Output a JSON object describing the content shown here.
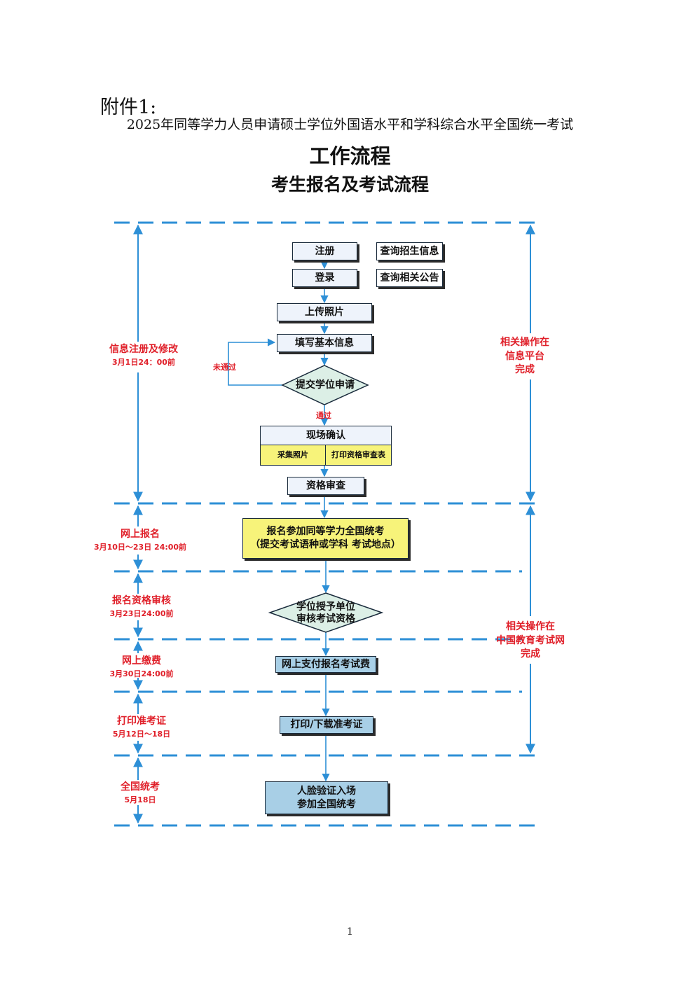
{
  "header": {
    "attachment": "附件1:",
    "subtitle": "2025年同等学力人员申请硕士学位外国语水平和学科综合水平全国统一考试",
    "title_main": "工作流程",
    "title_sub": "考生报名及考试流程"
  },
  "stages": [
    {
      "label": "信息注册及修改",
      "deadline": "3月1日24：00前"
    },
    {
      "label": "网上报名",
      "deadline": "3月10日～23日 24:00前"
    },
    {
      "label": "报名资格审核",
      "deadline": "3月23日24:00前"
    },
    {
      "label": "网上缴费",
      "deadline": "3月30日24:00前"
    },
    {
      "label": "打印准考证",
      "deadline": "5月12日～18日"
    },
    {
      "label": "全国统考",
      "deadline": "5月18日"
    }
  ],
  "right_notes": {
    "platform": [
      "相关操作在",
      "信息平台",
      "完成"
    ],
    "neea": [
      "相关操作在",
      "中国教育考试网",
      "完成"
    ]
  },
  "steps": {
    "register": "注册",
    "login": "登录",
    "query_enrollment": "查询招生信息",
    "query_notice": "查询相关公告",
    "upload_photo": "上传照片",
    "fill_info": "填写基本信息",
    "submit_degree": "提交学位申请",
    "not_passed": "未通过",
    "passed": "通过",
    "onsite_confirm": "现场确认",
    "collect_photo": "采集照片",
    "print_review_form": "打印资格审查表",
    "qualification_review": "资格审查",
    "online_signup_line1": "报名参加同等学力全国统考",
    "online_signup_line2": "（提交考试语种或学科  考试地点）",
    "degree_unit_review_line1": "学位授予单位",
    "degree_unit_review_line2": "审核考试资格",
    "online_payment": "网上支付报名考试费",
    "print_ticket": "打印/下载准考证",
    "exam_line1": "人脸验证入场",
    "exam_line2": "参加全国统考"
  },
  "colors": {
    "accent_blue": "#2d8fd6",
    "label_red": "#e0202a",
    "box_yellow": "#f7f37a",
    "box_blue": "#a8cfe6"
  },
  "page_number": "1"
}
